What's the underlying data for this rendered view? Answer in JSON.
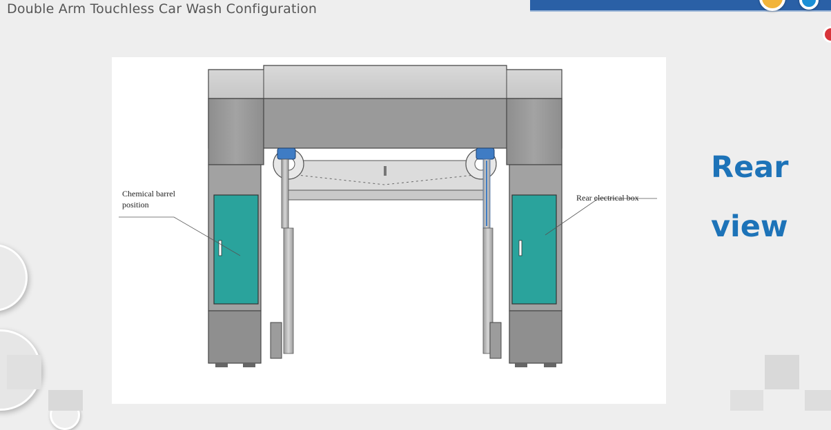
{
  "header": {
    "title": "Double Arm Touchless Car Wash Configuration"
  },
  "colors": {
    "accent": "#1d73b8",
    "banner": "#2a60a6",
    "cabinet": "#2aa39c"
  },
  "figure": {
    "callouts": [
      {
        "id": "chemical",
        "text": "Chemical barrel position"
      },
      {
        "id": "electrical",
        "text": "Rear electrical box"
      }
    ]
  },
  "side_label": {
    "line1": "Rear",
    "line2": "view"
  }
}
